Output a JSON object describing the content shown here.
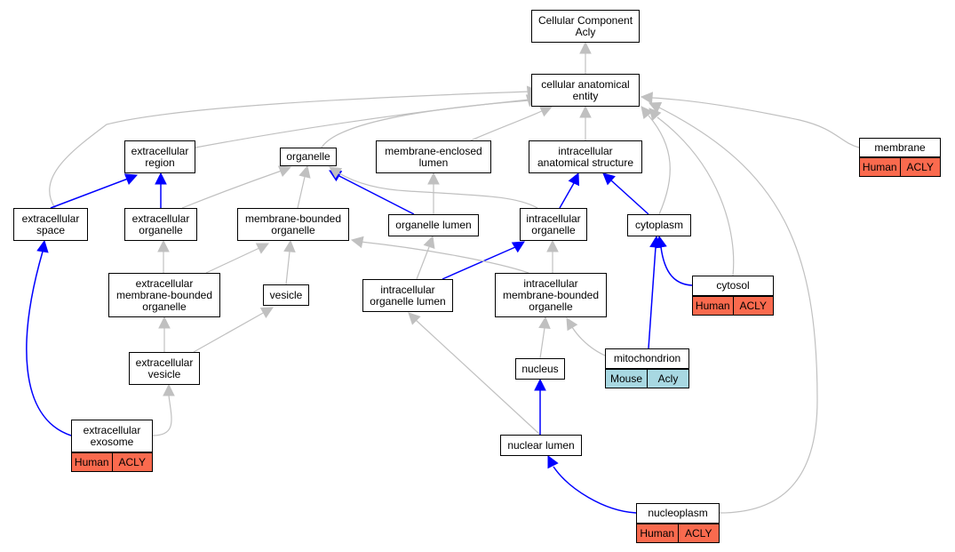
{
  "colors": {
    "gray_edge": "#c0c0c0",
    "blue_edge": "#0000ff",
    "human": "#fa6a4e",
    "mouse": "#a8d8e2"
  },
  "nodes": {
    "cc": "Cellular Component\nAcly",
    "cae": "cellular anatomical\nentity",
    "er": "extracellular\nregion",
    "org": "organelle",
    "mel": "membrane-enclosed\nlumen",
    "ias": "intracellular\nanatomical structure",
    "mem": "membrane",
    "es": "extracellular\nspace",
    "eo": "extracellular\norganelle",
    "mbo": "membrane-bounded\norganelle",
    "ol": "organelle lumen",
    "io": "intracellular\norganelle",
    "cyto": "cytoplasm",
    "embo": "extracellular\nmembrane-bounded\norganelle",
    "ves": "vesicle",
    "iol": "intracellular\norganelle lumen",
    "imbo": "intracellular\nmembrane-bounded\norganelle",
    "cytosol": "cytosol",
    "ev": "extracellular\nvesicle",
    "nuc": "nucleus",
    "mito": "mitochondrion",
    "ee": "extracellular\nexosome",
    "nl": "nuclear lumen",
    "np": "nucleoplasm"
  },
  "tags": {
    "mem": {
      "species": "Human",
      "gene": "ACLY"
    },
    "cytosol": {
      "species": "Human",
      "gene": "ACLY"
    },
    "mito": {
      "species": "Mouse",
      "gene": "Acly"
    },
    "ee": {
      "species": "Human",
      "gene": "ACLY"
    },
    "np": {
      "species": "Human",
      "gene": "ACLY"
    }
  }
}
